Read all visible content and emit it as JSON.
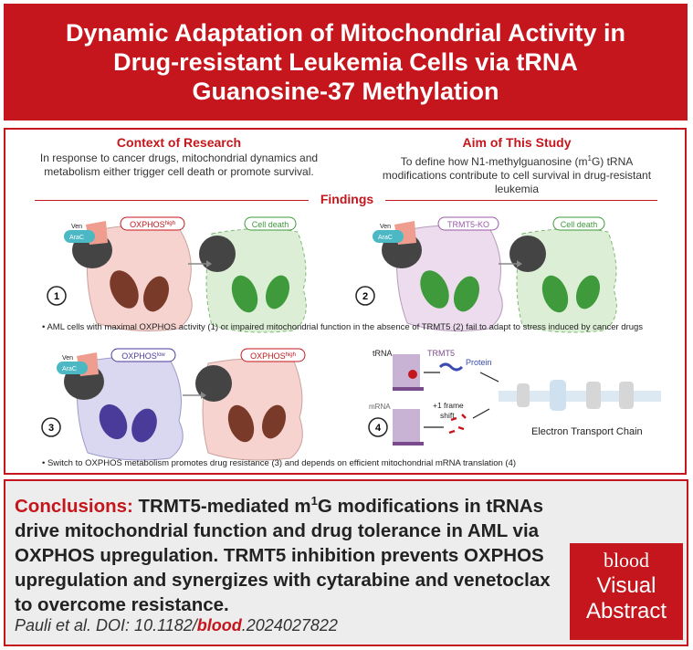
{
  "header": {
    "title": "Dynamic Adaptation of Mitochondrial Activity in Drug-resistant Leukemia Cells via tRNA Guanosine-37 Methylation"
  },
  "context": {
    "title": "Context of Research",
    "text": "In response to cancer drugs, mitochondrial dynamics and metabolism either trigger cell death or promote survival."
  },
  "aim": {
    "title": "Aim of This Study",
    "text_a": "To define how N1-methylguanosine (m",
    "text_sup": "1",
    "text_b": "G) tRNA modifications contribute to cell survival in drug-resistant leukemia"
  },
  "findings": {
    "title": "Findings",
    "drug_ven": "Ven",
    "drug_arac": "AraC",
    "p1": {
      "num": "1",
      "state_main": "OXPHOS",
      "state_sup": "high",
      "outcome": "Cell death"
    },
    "p2": {
      "num": "2",
      "state": "TRMT5-KO",
      "outcome": "Cell death"
    },
    "bullet1": "• AML cells with maximal OXPHOS activity (1) or impaired mitochondrial function in the absence of TRMT5 (2) fail to adapt to stress induced by cancer drugs",
    "p3": {
      "num": "3",
      "state_main": "OXPHOS",
      "state_sup": "low",
      "outcome_main": "OXPHOS",
      "outcome_sup": "high"
    },
    "p4": {
      "num": "4",
      "trna": "tRNA",
      "trmt5": "TRMT5",
      "protein": "Protein",
      "mrna": "mRNA",
      "frameshift_1": "+1 frame",
      "frameshift_2": "shift",
      "etc": "Electron Transport Chain"
    },
    "bullet2": "• Switch to OXPHOS metabolism promotes drug resistance (3) and depends on efficient mitochondrial mRNA translation (4)"
  },
  "conclusions": {
    "label": "Conclusions:",
    "text_a": " TRMT5-mediated m",
    "text_sup": "1",
    "text_b": "G modifications in tRNAs drive mitochondrial function and drug tolerance in AML via OXPHOS upregulation. TRMT5 inhibition prevents OXPHOS upregulation and synergizes with cytarabine and venetoclax to overcome resistance."
  },
  "citation": {
    "prefix": "Pauli et al. DOI: 10.1182/",
    "journal": "blood",
    "suffix": ".2024027822"
  },
  "logo": {
    "brand": "blood",
    "line1": "Visual",
    "line2": "Abstract"
  },
  "colors": {
    "accent": "#c4161c",
    "oxphos_high_cell": "#f7d3cf",
    "death_cell": "#dcefd6",
    "ko_cell": "#ecdcee",
    "low_cell": "#d9d8f0",
    "mito_green": "#3e9a3a",
    "mito_brown": "#7a3a2a",
    "mito_purple": "#4a3a9a"
  }
}
